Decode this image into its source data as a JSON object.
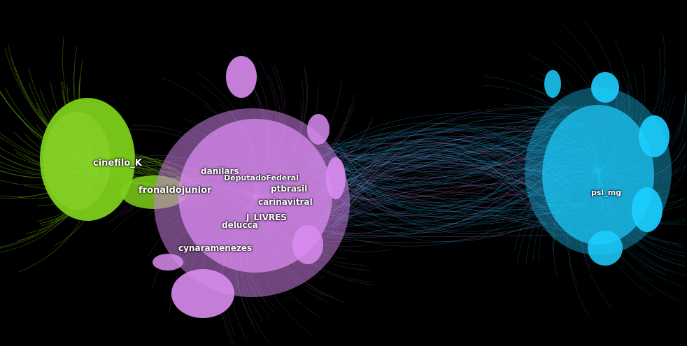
{
  "colors": {
    "background": "#000000",
    "green_cluster": "#7ccf1a",
    "green_edges": "#6fbf0f",
    "pink_cluster": "#d98cf0",
    "pink_edges": "#c77ee0",
    "blue_cluster": "#1ccfff",
    "blue_edges": "#19a9d6",
    "label": "#ffffff"
  },
  "clusters": [
    {
      "id": "green",
      "color_key": "green_cluster"
    },
    {
      "id": "pink",
      "color_key": "pink_cluster"
    },
    {
      "id": "blue",
      "color_key": "blue_cluster"
    }
  ],
  "labels": {
    "cinefilo_k": "cinefilo_K",
    "fronaldojunior": "fronaldojunior",
    "danilars": "danilars",
    "deputadofederal": "DeputadoFederal",
    "ptbrasil": "ptbrasil",
    "carinavitral": "carinavitral",
    "j_livres": "J_LIVRES",
    "delucca": "delucca",
    "cynaramenezes": "cynaramenezes",
    "psl_mg": "psl_mg"
  }
}
